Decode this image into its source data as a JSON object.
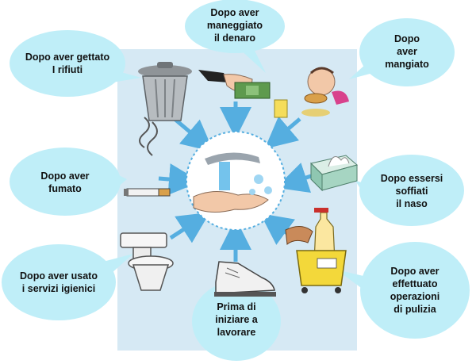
{
  "colors": {
    "panel": "#d6e9f4",
    "bubble": "#bfeef8",
    "arrow": "#55aee0",
    "text": "#111111"
  },
  "center": {
    "icon": "hand-washing-icon"
  },
  "items": [
    {
      "id": "rifiuti",
      "label": "Dopo aver gettato\nI rifiuti",
      "icon": "trash-can-icon"
    },
    {
      "id": "denaro",
      "label": "Dopo aver\nmaneggiato\nil denaro",
      "icon": "money-hand-icon"
    },
    {
      "id": "mangiato",
      "label": "Dopo\naver\nmangiato",
      "icon": "eating-person-icon"
    },
    {
      "id": "fumato",
      "label": "Dopo aver\nfumato",
      "icon": "cigarette-icon"
    },
    {
      "id": "naso",
      "label": "Dopo essersi\nsoffiati\nil naso",
      "icon": "tissue-box-icon"
    },
    {
      "id": "servizi",
      "label": "Dopo aver usato\ni servizi igienici",
      "icon": "toilet-icon"
    },
    {
      "id": "lavorare",
      "label": "Prima di\niniziare a\nlavorare",
      "icon": "work-shoe-icon"
    },
    {
      "id": "pulizia",
      "label": "Dopo aver\neffettuato\noperazioni\ndi pulizia",
      "icon": "cleaning-bucket-icon"
    }
  ]
}
